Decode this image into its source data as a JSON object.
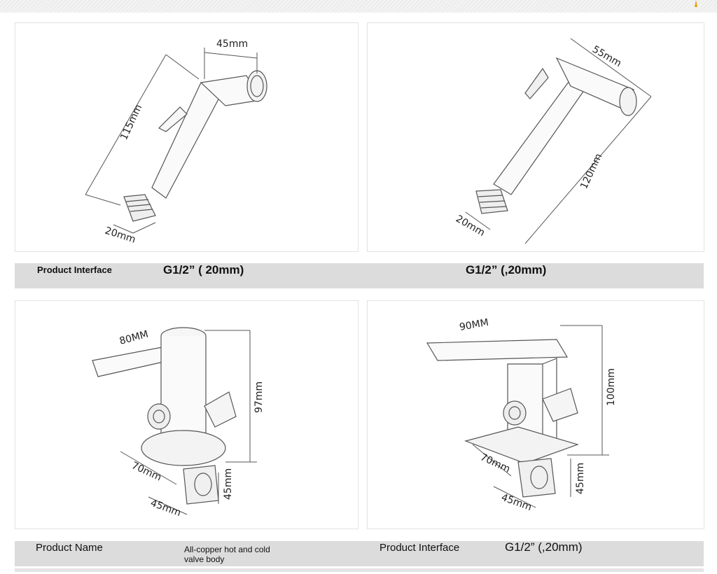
{
  "colors": {
    "band": "#dcdcdc",
    "line": "#555555",
    "accent": "#e8a000"
  },
  "panels": {
    "p1": {
      "width": "45mm",
      "height": "115mm",
      "base": "20mm"
    },
    "p2": {
      "width": "55mm",
      "height": "120mm",
      "base": "20mm"
    },
    "p3": {
      "handle": "80MM",
      "height": "97mm",
      "depth": "70mm",
      "side": "45mm",
      "base": "45mm"
    },
    "p4": {
      "handle": "90MM",
      "height": "100mm",
      "depth": "70mm",
      "side": "45mm",
      "base": "45mm"
    }
  },
  "band1": {
    "label": "Product Interface",
    "value_left": "G1/2” ( 20mm)",
    "value_right": "G1/2” (,20mm)"
  },
  "band2": {
    "name_label": "Product Name",
    "name_value": "All-copper hot and cold valve body",
    "interface_label": "Product Interface",
    "interface_value": "G1/2” (,20mm)"
  }
}
